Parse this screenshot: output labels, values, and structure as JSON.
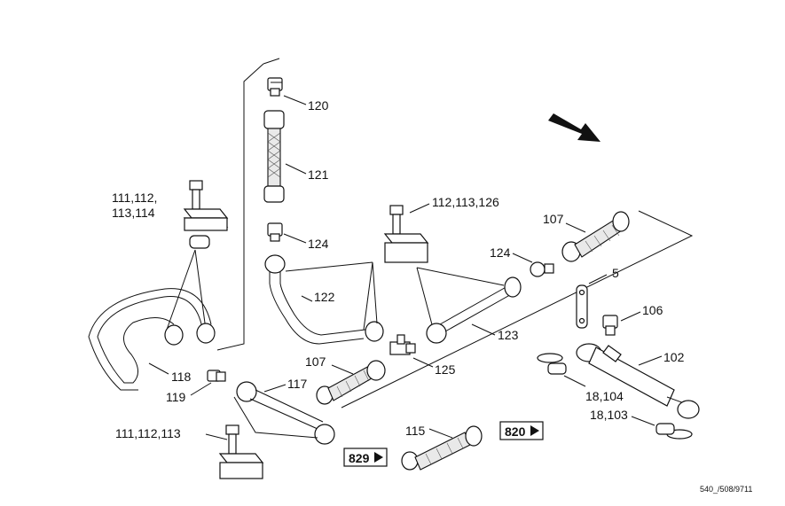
{
  "labels": {
    "p120": "120",
    "p121": "121",
    "p124a": "124",
    "p122": "122",
    "p111a_line1": "111,112,",
    "p111a_line2": "113,114",
    "p112": "112,113,126",
    "p107a": "107",
    "p124b": "124",
    "p5": "5",
    "p106": "106",
    "p123": "123",
    "p102": "102",
    "p125": "125",
    "p107b": "107",
    "p118": "118",
    "p119": "119",
    "p117": "117",
    "p18_104": "18,104",
    "p18_103": "18,103",
    "p111b": "111,112,113",
    "p115": "115",
    "ref820": "820",
    "ref829": "829"
  },
  "doc_id": "540_/508/9711",
  "icons": [
    "direction-arrow-icon",
    "play-triangle-icon"
  ]
}
